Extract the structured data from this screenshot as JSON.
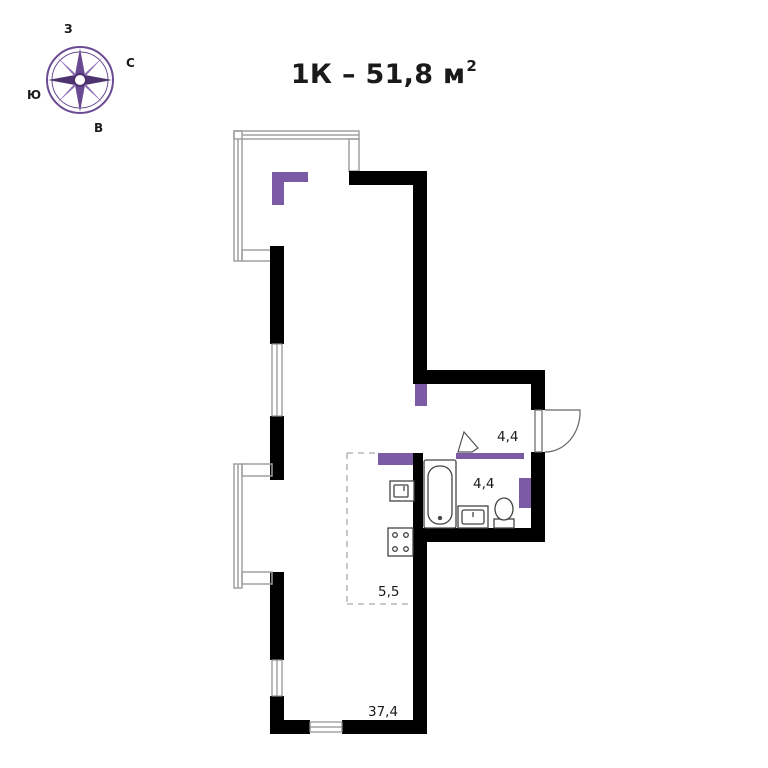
{
  "title": {
    "text": "1К – 51,8 м",
    "superscript": "2"
  },
  "compass": {
    "north": "З",
    "east": "С",
    "south": "В",
    "west": "Ю"
  },
  "rooms": {
    "living": {
      "area": "37,4"
    },
    "kitchen": {
      "area": "5,5"
    },
    "bathroom": {
      "area": "4,4"
    },
    "hallway": {
      "area": "4,4"
    }
  },
  "colors": {
    "wall": "#000000",
    "accent": "#7b5aa6",
    "window_frame": "#9a9a9a",
    "dashed": "#a9a9a9"
  }
}
